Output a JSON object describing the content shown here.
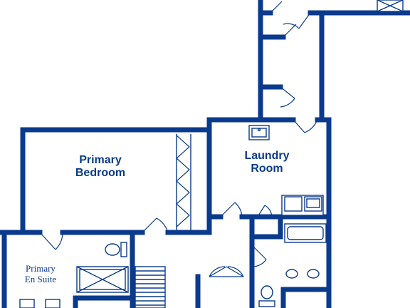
{
  "rooms": {
    "primary_bedroom": "Primary\nBedroom",
    "laundry_room": "Laundry\nRoom",
    "primary_en_suite": "Primary\nEn Suite"
  },
  "colors": {
    "wall": "#0a3a8c",
    "background": "#ffffff"
  }
}
